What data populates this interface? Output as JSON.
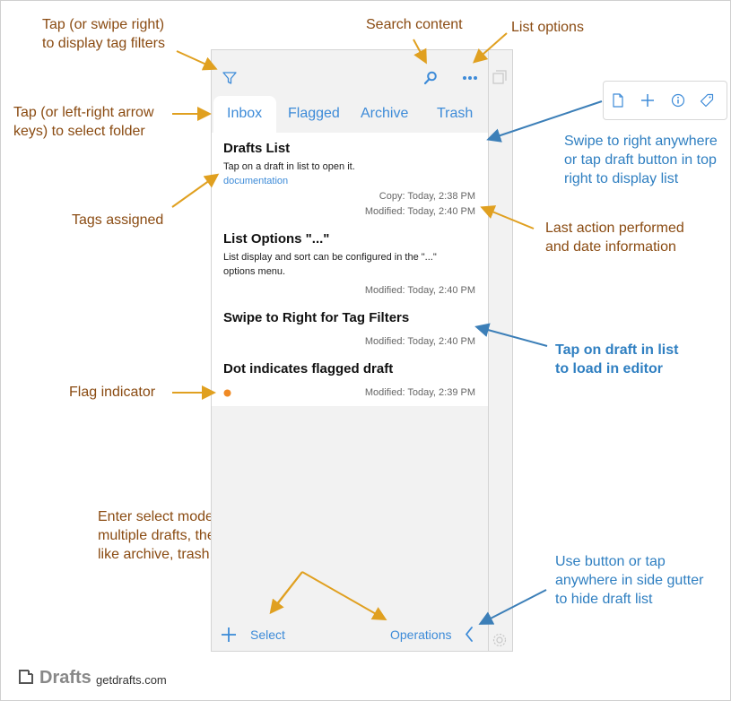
{
  "annotations": {
    "tag_filters": [
      "Tap (or swipe right)",
      "to display tag filters"
    ],
    "search_content": "Search content",
    "list_options": "List options",
    "select_folder": [
      "Tap (or left-right arrow",
      "keys) to select folder"
    ],
    "tags_assigned": "Tags assigned",
    "last_action": [
      "Last action performed",
      "and date information"
    ],
    "swipe_right": [
      "Swipe to right anywhere",
      "or tap draft button in top",
      "right to display list"
    ],
    "tap_draft": [
      "Tap on draft in list",
      "to load in editor"
    ],
    "flag_indicator": "Flag indicator",
    "select_mode": [
      "Enter select mode to enable selection of",
      "multiple drafts, then perform operations -",
      "like archive, trash, merge on the selection"
    ],
    "hide_list": [
      "Use button or tap",
      "anywhere in side gutter",
      "to hide draft list"
    ]
  },
  "tabs": [
    {
      "label": "Inbox",
      "active": true
    },
    {
      "label": "Flagged",
      "active": false
    },
    {
      "label": "Archive",
      "active": false
    },
    {
      "label": "Trash",
      "active": false
    }
  ],
  "drafts": [
    {
      "title": "Drafts List",
      "body": "Tap on a draft in list to open it.",
      "tag": "documentation",
      "meta": [
        "Copy: Today, 2:38 PM",
        "Modified: Today, 2:40 PM"
      ]
    },
    {
      "title": "List Options \"...\"",
      "body": [
        "List display and sort can be configured in the \"...\"",
        "options menu."
      ],
      "meta": [
        "Modified: Today, 2:40 PM"
      ]
    },
    {
      "title": "Swipe to Right for Tag Filters",
      "meta": [
        "Modified: Today, 2:40 PM"
      ]
    },
    {
      "title": "Dot indicates flagged draft",
      "meta": [
        "Modified: Today, 2:39 PM"
      ],
      "flagged": true
    }
  ],
  "toolbar": {
    "select_label": "Select",
    "operations_label": "Operations"
  },
  "footer": {
    "brand": "Drafts",
    "url": "getdrafts.com"
  },
  "icons": {
    "filter": "filter-icon",
    "search": "search-icon",
    "more": "more-icon",
    "add": "plus-icon",
    "back": "chevron-left-icon",
    "settings": "gear-icon",
    "window": "window-icon"
  },
  "colors": {
    "accent": "#3d8bd8",
    "annotation": "#8a4b12",
    "annotation_blue": "#2f7fc1",
    "arrow_orange": "#e0a020",
    "arrow_blue": "#3c7fb8",
    "flag": "#f08a24"
  }
}
